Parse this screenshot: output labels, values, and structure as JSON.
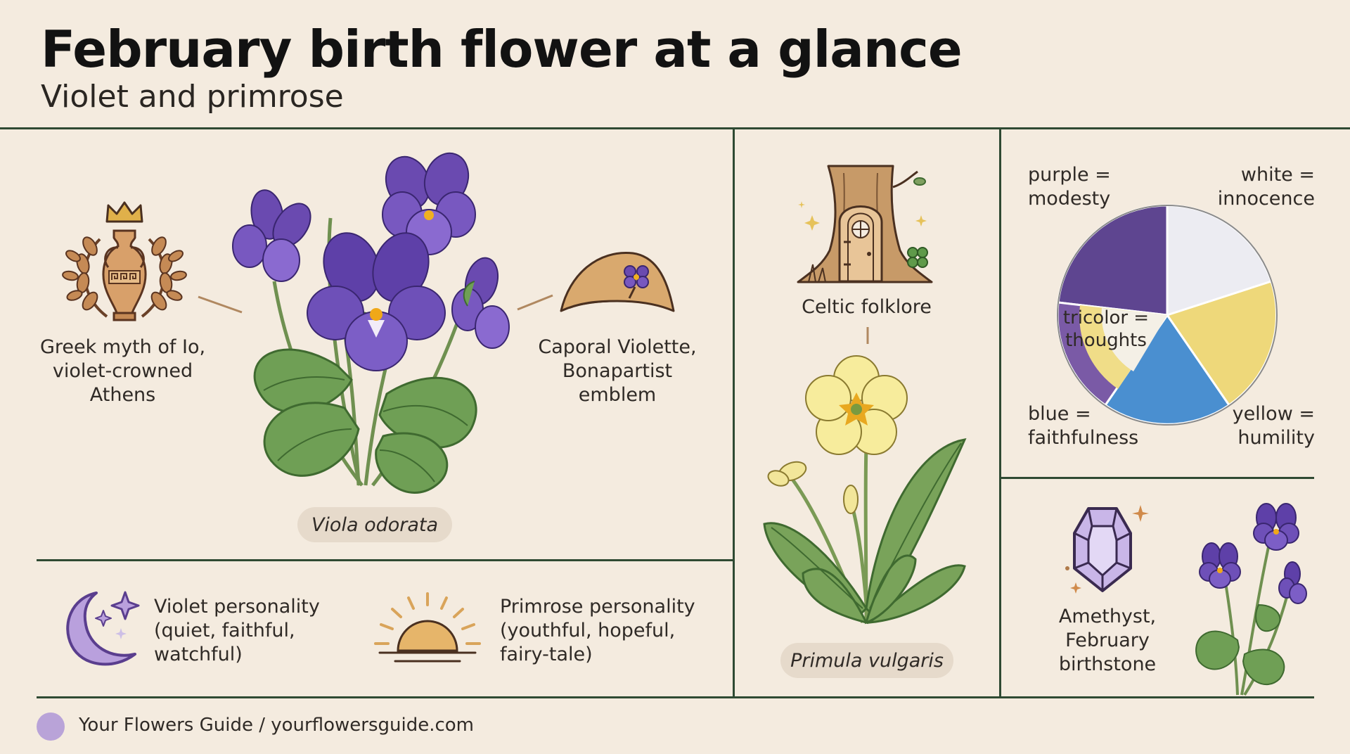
{
  "header": {
    "title": "February birth flower at a glance",
    "subtitle": "Violet and primrose"
  },
  "violet_panel": {
    "left_caption": "Greek myth of Io,\nviolet-crowned\nAthens",
    "right_caption": "Caporal Violette,\nBonapartist\nemblem",
    "species_label": "Viola odorata"
  },
  "personality_row": {
    "violet_personality": "Violet personality\n(quiet, faithful,\nwatchful)",
    "primrose_personality": "Primrose personality\n(youthful, hopeful,\nfairy-tale)"
  },
  "primrose_panel": {
    "folklore_caption": "Celtic folklore",
    "species_label": "Primula vulgaris"
  },
  "color_meanings": {
    "purple_label": "purple =\nmodesty",
    "white_label": "white =\ninnocence",
    "tricolor_label": "tricolor =\nthoughts",
    "blue_label": "blue =\nfaithfulness",
    "yellow_label": "yellow =\nhumility",
    "colors": {
      "purple": "#5e4590",
      "white": "#ececf2",
      "yellow": "#eed87a",
      "blue": "#4a8fd0",
      "tricolor_purple": "#7a5aa6"
    }
  },
  "birthstone": {
    "caption": "Amethyst,\nFebruary\nbirthstone"
  },
  "footer": {
    "credit": "Your Flowers Guide / yourflowersguide.com"
  },
  "icons": [
    "amphora-laurel-crown-icon",
    "bicorne-hat-violet-icon",
    "tree-fairy-door-icon",
    "crescent-moon-stars-icon",
    "rising-sun-icon",
    "amethyst-gem-icon"
  ]
}
